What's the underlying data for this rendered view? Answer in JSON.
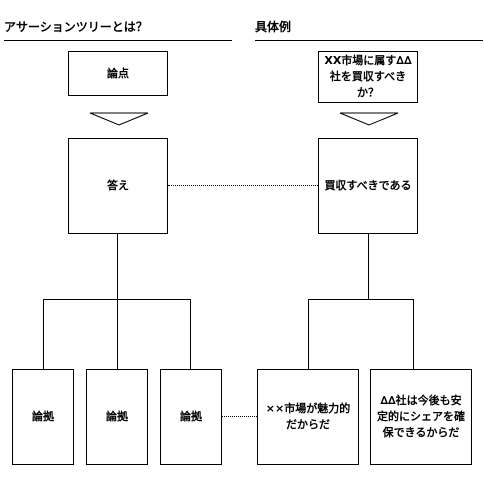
{
  "left": {
    "header": "アサーションツリーとは？",
    "issue": "論点",
    "answer": "答え",
    "grounds": [
      "論拠",
      "論拠",
      "論拠"
    ]
  },
  "right": {
    "header": "具体例",
    "issue": "XX市場に属す∆∆社を買収すべきか？",
    "answer": "買収すべきである",
    "grounds": [
      "××市場が魅力的だからだ",
      "∆∆社は今後も安定的にシェアを確保できるからだ"
    ]
  }
}
